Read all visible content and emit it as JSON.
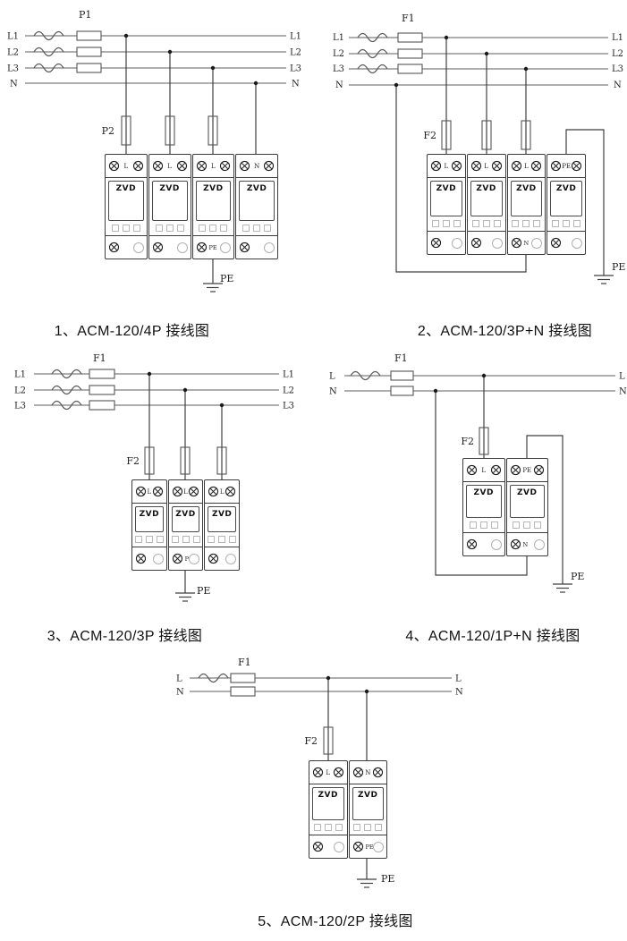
{
  "colors": {
    "supply_wire": "#7d7d7d",
    "branch_wire": "#3f3f3f",
    "fuse_stroke": "#555555",
    "module_border": "#3c3c3c",
    "accent_text": "#111111"
  },
  "module": {
    "zvd_label": "ZVD"
  },
  "diagrams": [
    {
      "caption": "1、ACM-120/4P 接线图",
      "fuse_main_label": "P1",
      "fuse_branch_label": "P2",
      "ground_label": "PE",
      "lines_left": [
        "L1",
        "L2",
        "L3",
        "N"
      ],
      "lines_right": [
        "L1",
        "L2",
        "L3",
        "N"
      ],
      "modules": [
        {
          "top": "L"
        },
        {
          "top": "L"
        },
        {
          "top": "L",
          "bottom": "PE"
        },
        {
          "top": "N"
        }
      ]
    },
    {
      "caption": "2、ACM-120/3P+N 接线图",
      "fuse_main_label": "F1",
      "fuse_branch_label": "F2",
      "ground_label": "PE",
      "lines_left": [
        "L1",
        "L2",
        "L3",
        "N"
      ],
      "lines_right": [
        "L1",
        "L2",
        "L3",
        "N"
      ],
      "modules": [
        {
          "top": "L"
        },
        {
          "top": "L"
        },
        {
          "top": "L",
          "bottom": "N"
        },
        {
          "top": "PE"
        }
      ]
    },
    {
      "caption": "3、ACM-120/3P 接线图",
      "fuse_main_label": "F1",
      "fuse_branch_label": "F2",
      "ground_label": "PE",
      "lines_left": [
        "L1",
        "L2",
        "L3"
      ],
      "lines_right": [
        "L1",
        "L2",
        "L3"
      ],
      "modules": [
        {
          "top": "L"
        },
        {
          "top": "L",
          "bottom": "PE"
        },
        {
          "top": "L"
        }
      ]
    },
    {
      "caption": "4、ACM-120/1P+N 接线图",
      "fuse_main_label": "F1",
      "fuse_branch_label": "F2",
      "ground_label": "PE",
      "lines_left": [
        "L",
        "N"
      ],
      "lines_right": [
        "L",
        "N"
      ],
      "modules": [
        {
          "top": "L"
        },
        {
          "top": "PE",
          "bottom": "N"
        }
      ]
    },
    {
      "caption": "5、ACM-120/2P 接线图",
      "fuse_main_label": "F1",
      "fuse_branch_label": "F2",
      "ground_label": "PE",
      "lines_left": [
        "L",
        "N"
      ],
      "lines_right": [
        "L",
        "N"
      ],
      "modules": [
        {
          "top": "L"
        },
        {
          "top": "N",
          "bottom": "PE"
        }
      ]
    }
  ]
}
